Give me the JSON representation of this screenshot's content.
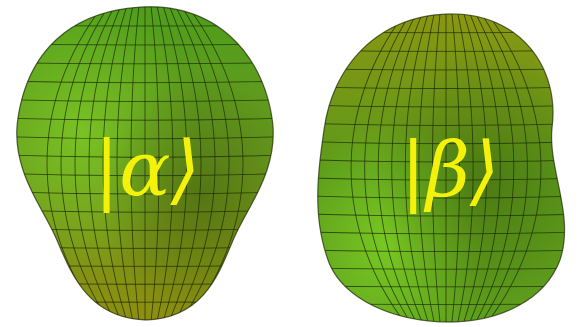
{
  "shapes": [
    {
      "id": "alpha",
      "label": "|α⟩",
      "colors": {
        "top": "#4f9e1c",
        "mid": "#6a9a1e",
        "bottom": "#8e8e10",
        "highlight": "#7fcf25",
        "shadow": "#3e5a0c"
      }
    },
    {
      "id": "beta",
      "label": "|β⟩",
      "colors": {
        "top": "#8a9612",
        "mid": "#5c9a1a",
        "bottom": "#5fa01d",
        "highlight": "#7fd325",
        "shadow": "#3d5c0c"
      }
    }
  ],
  "label_color": "#f4f20a",
  "mesh_color": "#1c2a05"
}
